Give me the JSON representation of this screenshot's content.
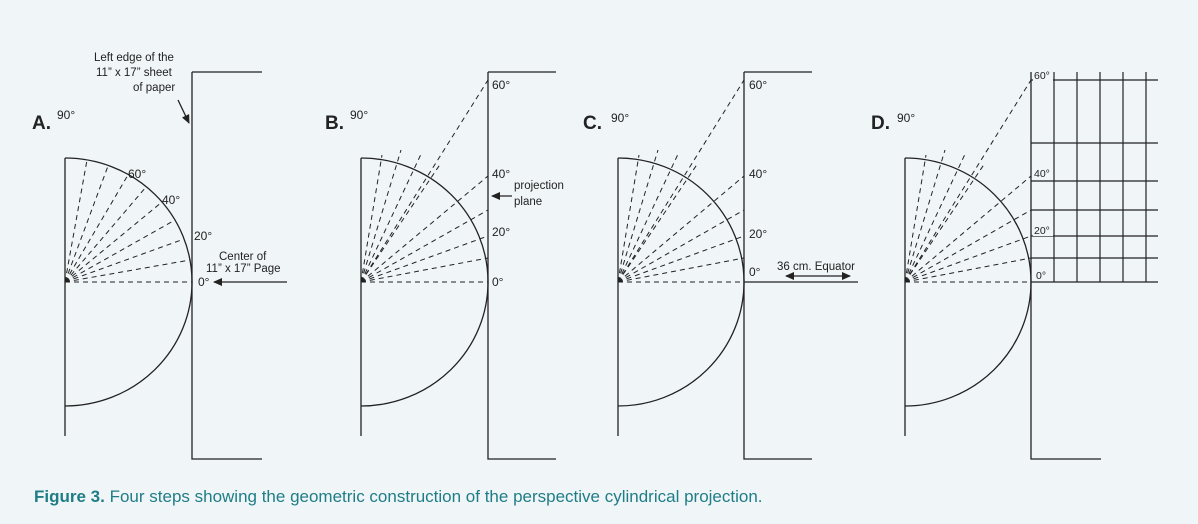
{
  "panels": [
    {
      "letter": "A.",
      "top": "90°",
      "arc_60": "60°",
      "arc_40": "40°",
      "line_20": "20°",
      "line_0": "0°",
      "edge_note": [
        "Left edge of the",
        "11” x 17” sheet",
        "of paper"
      ],
      "center_note": [
        "Center of",
        "11” x 17” Page"
      ]
    },
    {
      "letter": "B.",
      "top": "90°",
      "l60": "60°",
      "l40": "40°",
      "l20": "20°",
      "l0": "0°",
      "plane_note": [
        "projection",
        "plane"
      ]
    },
    {
      "letter": "C.",
      "top": "90°",
      "l60": "60°",
      "l40": "40°",
      "l20": "20°",
      "l0": "0°",
      "equator_note": "36 cm. Equator"
    },
    {
      "letter": "D.",
      "top": "90°",
      "l60": "60°",
      "l40": "40°",
      "l20": "20°",
      "l0": "0°"
    }
  ],
  "caption": {
    "label": "Figure 3.",
    "text": " Four steps showing the geometric construction of the perspective cylindrical projection."
  }
}
